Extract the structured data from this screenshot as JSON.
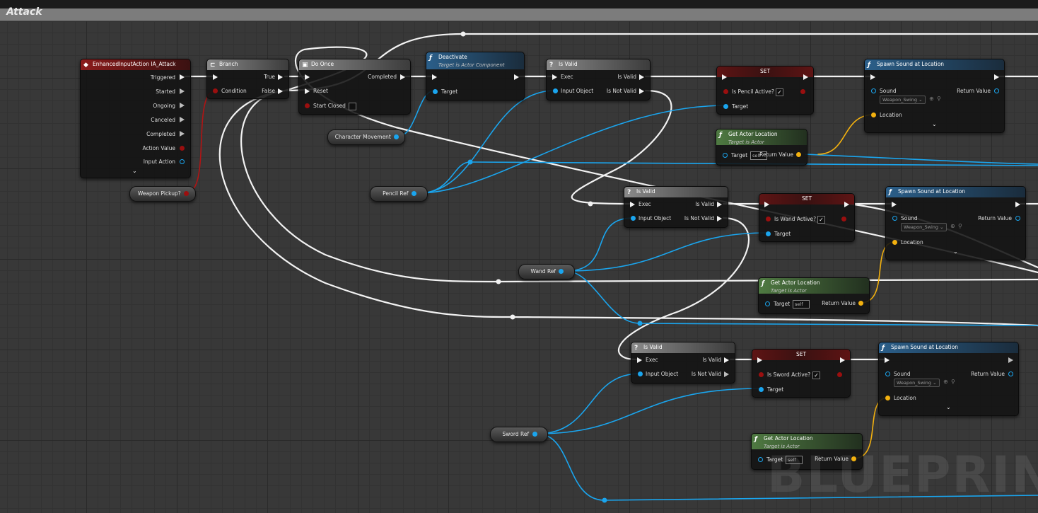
{
  "graph": {
    "title": "Attack",
    "watermark": "BLUEPRINT"
  },
  "nodes": {
    "event": {
      "title": "EnhancedInputAction IA_Attack",
      "pins": [
        "Triggered",
        "Started",
        "Ongoing",
        "Canceled",
        "Completed",
        "Action Value",
        "Input Action"
      ]
    },
    "branch": {
      "title": "Branch",
      "condition": "Condition",
      "true_label": "True",
      "false_label": "False"
    },
    "do_once": {
      "title": "Do Once",
      "completed": "Completed",
      "reset": "Reset",
      "start_closed": "Start Closed"
    },
    "deactivate": {
      "title": "Deactivate",
      "subtitle": "Target is Actor Component",
      "target": "Target"
    },
    "is_valid": {
      "title": "Is Valid",
      "exec": "Exec",
      "is_valid": "Is Valid",
      "input_object": "Input Object",
      "is_not_valid": "Is Not Valid"
    },
    "set": {
      "title": "SET",
      "target": "Target",
      "pencil_var": "Is Pencil Active?",
      "wand_var": "Is Wand Active?",
      "sword_var": "Is Sword Active?",
      "checked": "✓"
    },
    "get_actor_location": {
      "title": "Get Actor Location",
      "subtitle": "Target is Actor",
      "target": "Target",
      "self": "self",
      "return_value": "Return Value"
    },
    "spawn_sound": {
      "title": "Spawn Sound at Location",
      "sound": "Sound",
      "sound_value": "Weapon_Swing",
      "return_value": "Return Value",
      "location": "Location"
    }
  },
  "variables": {
    "weapon_pickup": "Weapon Pickup?",
    "character_movement": "Character Movement",
    "pencil_ref": "Pencil Ref",
    "wand_ref": "Wand Ref",
    "sword_ref": "Sword Ref"
  },
  "colors": {
    "exec_wire": "#f2f2f2",
    "object_wire": "#1aa5ee",
    "vector_wire": "#f3b10f",
    "bool_wire": "#9a0f0f"
  }
}
